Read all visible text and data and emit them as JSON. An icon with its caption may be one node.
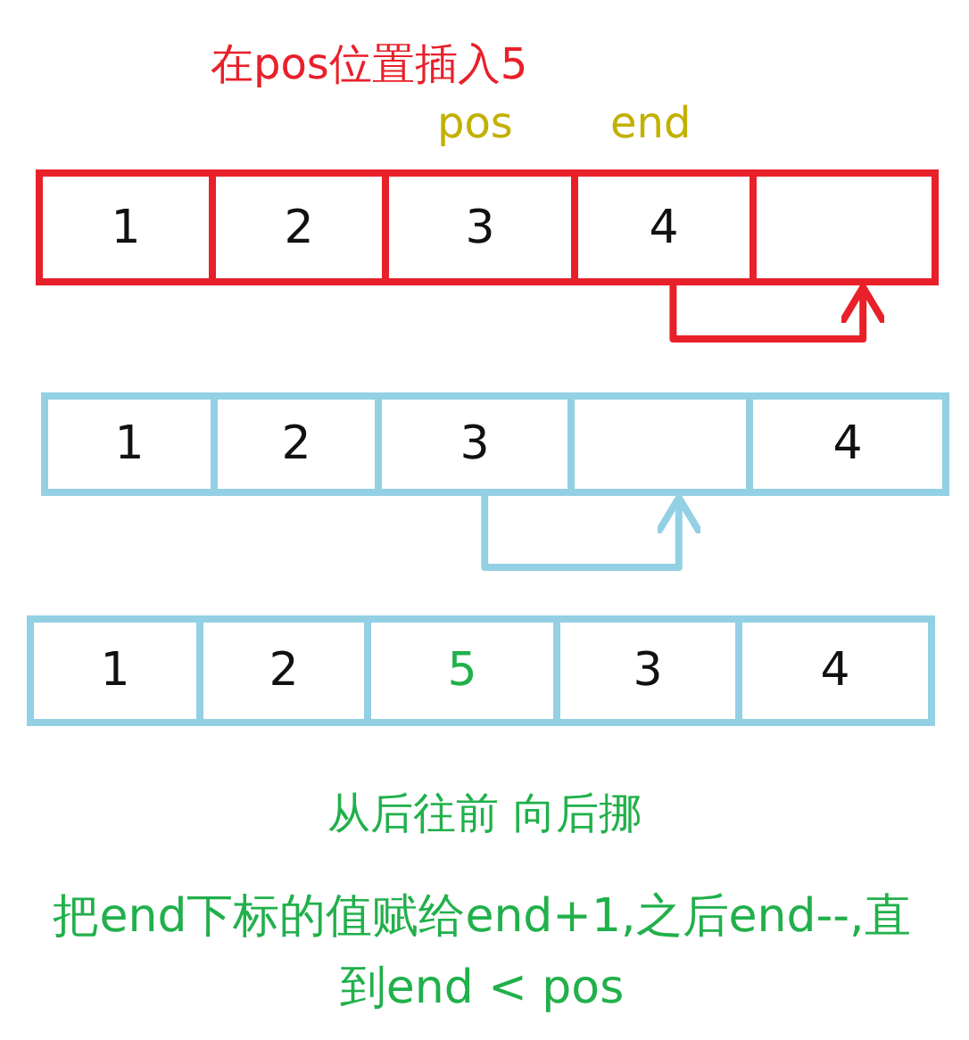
{
  "diagram": {
    "title": "在pos位置插入5",
    "nodes": [
      {
        "text": [
          "1"
        ]
      },
      {
        "text": [
          "2"
        ]
      },
      {
        "text": [
          "3"
        ]
      },
      {
        "text": [
          "4"
        ]
      },
      {
        "text": [],
        "shape": "box"
      },
      {
        "text": [
          "1"
        ]
      },
      {
        "text": [
          "2"
        ]
      },
      {
        "text": [
          "3"
        ]
      },
      {
        "text": [],
        "shape": "box"
      },
      {
        "text": [
          "4"
        ]
      },
      {
        "text": [
          "1"
        ]
      },
      {
        "text": [
          "2"
        ]
      },
      {
        "text": [
          "5"
        ]
      },
      {
        "text": [
          "3"
        ]
      },
      {
        "text": [
          "4"
        ]
      }
    ],
    "edges": [
      {
        "from": 3,
        "to": 4,
        "arrow": "to",
        "color": "#e8202a"
      },
      {
        "from": 7,
        "to": 8,
        "arrow": "to",
        "color": "#93d0e4"
      }
    ],
    "labels": [
      "pos",
      "end",
      "从后往前 向后挪",
      "把end下标的值赋给end+1,之后end--,直到end < pos"
    ]
  }
}
